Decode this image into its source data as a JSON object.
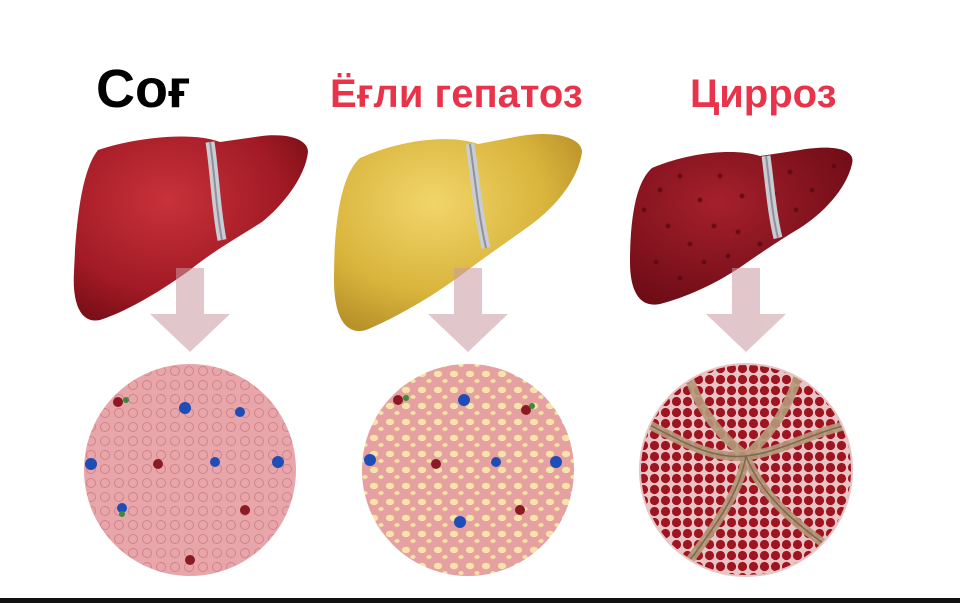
{
  "stages": [
    {
      "title": "Соғ",
      "color": "#000000"
    },
    {
      "title": "Ёғли гепатоз",
      "color": "#e8334a"
    },
    {
      "title": "Цирроз",
      "color": "#e8334a"
    }
  ]
}
